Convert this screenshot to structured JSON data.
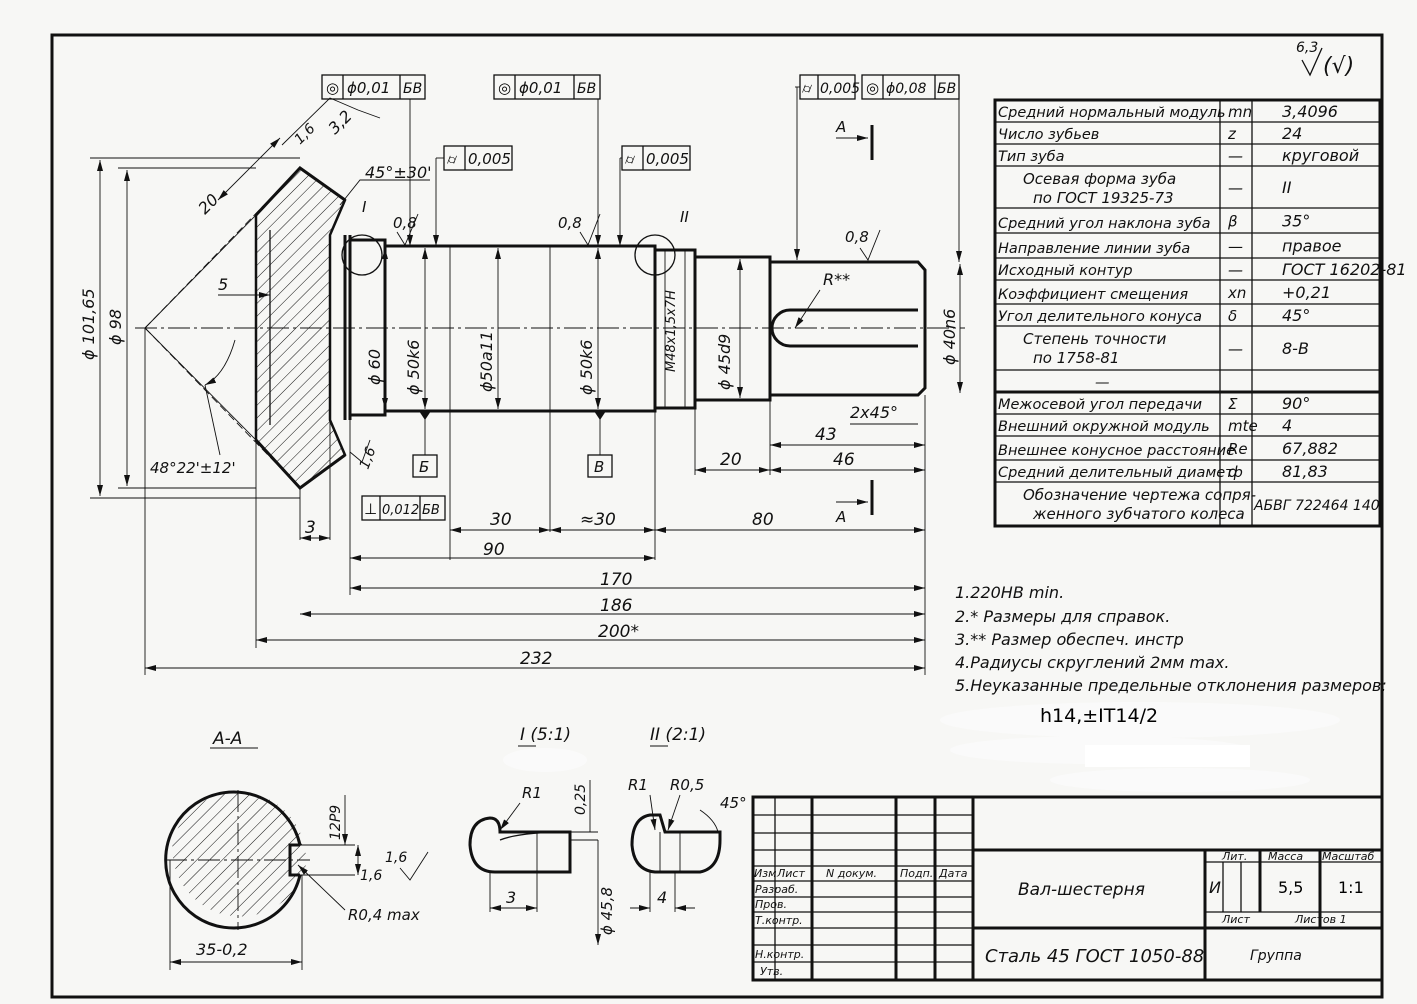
{
  "roughness": {
    "value": "6,3",
    "suffix": "(√)"
  },
  "section_marks": {
    "label": "A"
  },
  "geometry_labels": {
    "d_101_65": "ϕ 101,65",
    "d_98": "ϕ 98",
    "d_60": "ϕ 60",
    "d_50k6_left": "ϕ 50k6",
    "d_50a11": "ϕ50a11",
    "d_50k6_right": "ϕ 50k6",
    "thread": "M48x1,5x7H",
    "d_45d9": "ϕ 45d9",
    "d_40n6": "ϕ 40n6",
    "dim_20": "20",
    "dim_5": "5",
    "rough_1_6": "1,6",
    "rough_3_2": "3,2",
    "angle_45": "45°±30'",
    "angle_48": "48°22'±12'",
    "view_I": "I",
    "view_II": "II",
    "rough_0_8_a": "0,8",
    "rough_0_8_b": "0,8",
    "rough_0_8_c": "0,8",
    "radius_ref": "R**",
    "chamfer": "2x45°",
    "rough_1_6_b": "1,6",
    "base_B1": "Б",
    "base_B2": "В"
  },
  "tolerance_frames": [
    {
      "symbol": "◎",
      "value": "ϕ0,01",
      "base": "БВ"
    },
    {
      "symbol": "◎",
      "value": "ϕ0,01",
      "base": "БВ"
    },
    {
      "symbol": "⌭",
      "value": "0,005"
    },
    {
      "symbol": "◎",
      "value": "ϕ0,08",
      "base": "БВ"
    },
    {
      "symbol": "⌭",
      "value": "0,005"
    },
    {
      "symbol": "⌭",
      "value": "0,005"
    },
    {
      "symbol": "⊥",
      "value": "0,012",
      "base": "БВ"
    }
  ],
  "dimensions": {
    "d43": "43",
    "d20": "20",
    "d46": "46",
    "d3": "3",
    "d30": "30",
    "d30a": "≈30",
    "d80": "80",
    "d90": "90",
    "d170": "170",
    "d186": "186",
    "d200": "200*",
    "d232": "232"
  },
  "param_table": [
    {
      "name": "Средний нормальный модуль",
      "sym": "mn",
      "val": "3,4096"
    },
    {
      "name": "Число зубьев",
      "sym": "z",
      "val": "24"
    },
    {
      "name": "Тип зуба",
      "sym": "—",
      "val": "круговой"
    },
    {
      "name": "Осевая форма зуба",
      "name2": "по ГОСТ 19325-73",
      "sym": "—",
      "val": "II"
    },
    {
      "name": "Средний угол наклона зуба",
      "sym": "β",
      "val": "35°"
    },
    {
      "name": "Направление линии зуба",
      "sym": "—",
      "val": "правое"
    },
    {
      "name": "Исходный контур",
      "sym": "—",
      "val": "ГОСТ 16202-81"
    },
    {
      "name": "Коэффициент смещения",
      "sym": "xn",
      "val": "+0,21"
    },
    {
      "name": "Угол делительного конуса",
      "sym": "δ",
      "val": "45°"
    },
    {
      "name": "Степень точности",
      "name2": "по 1758-81",
      "sym": "—",
      "val": "8-В"
    },
    {
      "name": "—",
      "sym": "",
      "val": ""
    },
    {
      "name": "Межосевой угол передачи",
      "sym": "Σ",
      "val": "90°"
    },
    {
      "name": "Внешний окружной модуль",
      "sym": "mte",
      "val": "4"
    },
    {
      "name": "Внешнее конусное расстояние",
      "sym": "Re",
      "val": "67,882"
    },
    {
      "name": "Средний делительный диаметр",
      "sym": "d",
      "val": "81,83"
    },
    {
      "name": "Обозначение чертежа сопря-",
      "name2": "женного зубчатого колеса",
      "sym": "",
      "val": "АБВГ 722464 140"
    }
  ],
  "notes": [
    "1.220HB min.",
    "2.* Размеры для справок.",
    "3.** Размер обеспеч. инстр",
    "4.Радиусы скруглений 2мм max.",
    "5.Неуказанные предельные отклонения размеров:",
    "h14,±IT14/2"
  ],
  "section_view": {
    "title": "А-А",
    "key": "12P9",
    "depth": "1,6",
    "radius": "R0,4 max",
    "rough": "1,6",
    "width": "35-0,2"
  },
  "detail_I": {
    "title": "I (5:1)",
    "radius": "R1",
    "offset": "0,25",
    "width": "3",
    "dia": "ϕ 45,8"
  },
  "detail_II": {
    "title": "II (2:1)",
    "r1": "R1",
    "r2": "R0,5",
    "angle": "45°",
    "width": "4"
  },
  "title_block": {
    "name": "Вал-шестерня",
    "material": "Сталь 45 ГОСТ 1050-88",
    "group": "Группа",
    "lit_header": "Лит.",
    "mass_header": "Масса",
    "scale_header": "Масштаб",
    "lit": "И",
    "mass": "5,5",
    "scale": "1:1",
    "sheet": "Лист",
    "sheets": "Листов 1",
    "rows": [
      "Изм",
      "Лист",
      "N докум.",
      "Подп.",
      "Дата",
      "Разраб.",
      "Пров.",
      "Т.контр.",
      "Н.контр.",
      "Утв."
    ]
  }
}
